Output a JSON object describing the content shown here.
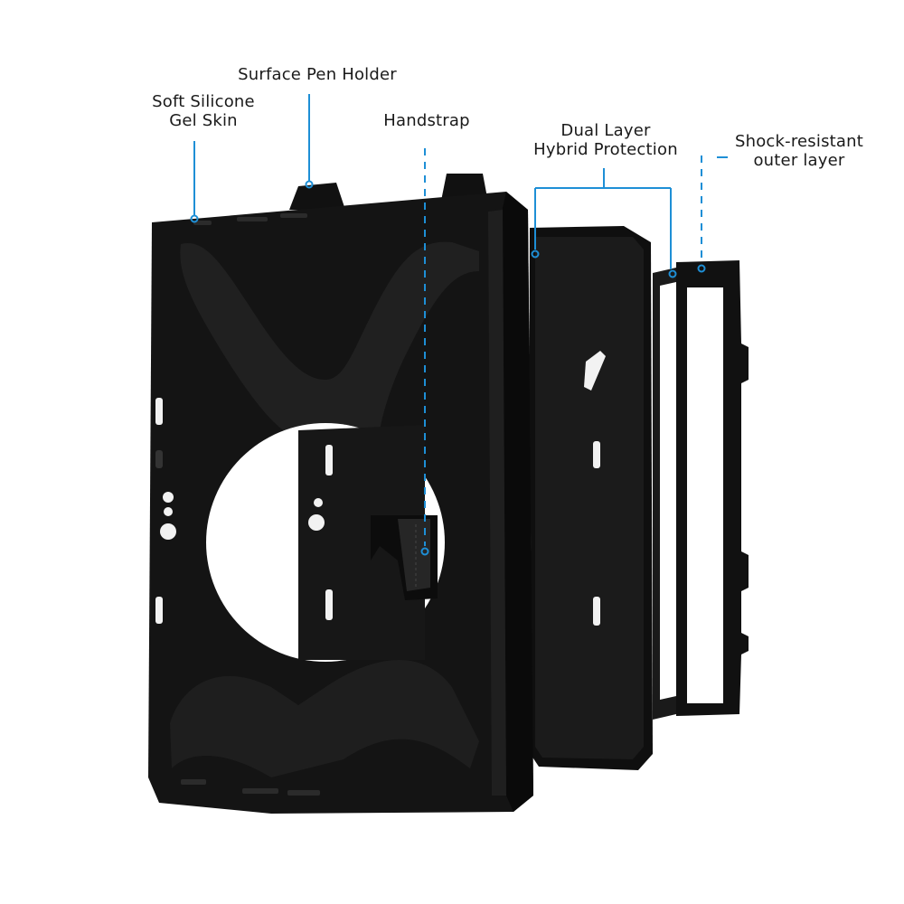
{
  "colors": {
    "background": "#ffffff",
    "leader_line": "#1e8fd6",
    "case_body": "#151515",
    "case_shadow": "#0a0a0a",
    "case_highlight": "#2e2e2e",
    "label_text": "#1a1a1a"
  },
  "callouts": {
    "soft_silicone": {
      "line1": "Soft Silicone",
      "line2": "Gel Skin"
    },
    "pen_holder": {
      "line1": "Surface Pen Holder"
    },
    "handstrap": {
      "line1": "Handstrap"
    },
    "dual_layer": {
      "line1": "Dual Layer",
      "line2": "Hybrid Protection"
    },
    "shock_resistant": {
      "line1": "Shock-resistant",
      "line2": "outer layer"
    }
  },
  "icons": {
    "case": "rugged-tablet-case-icon",
    "frame": "outer-frame-icon",
    "strap": "handstrap-icon"
  }
}
